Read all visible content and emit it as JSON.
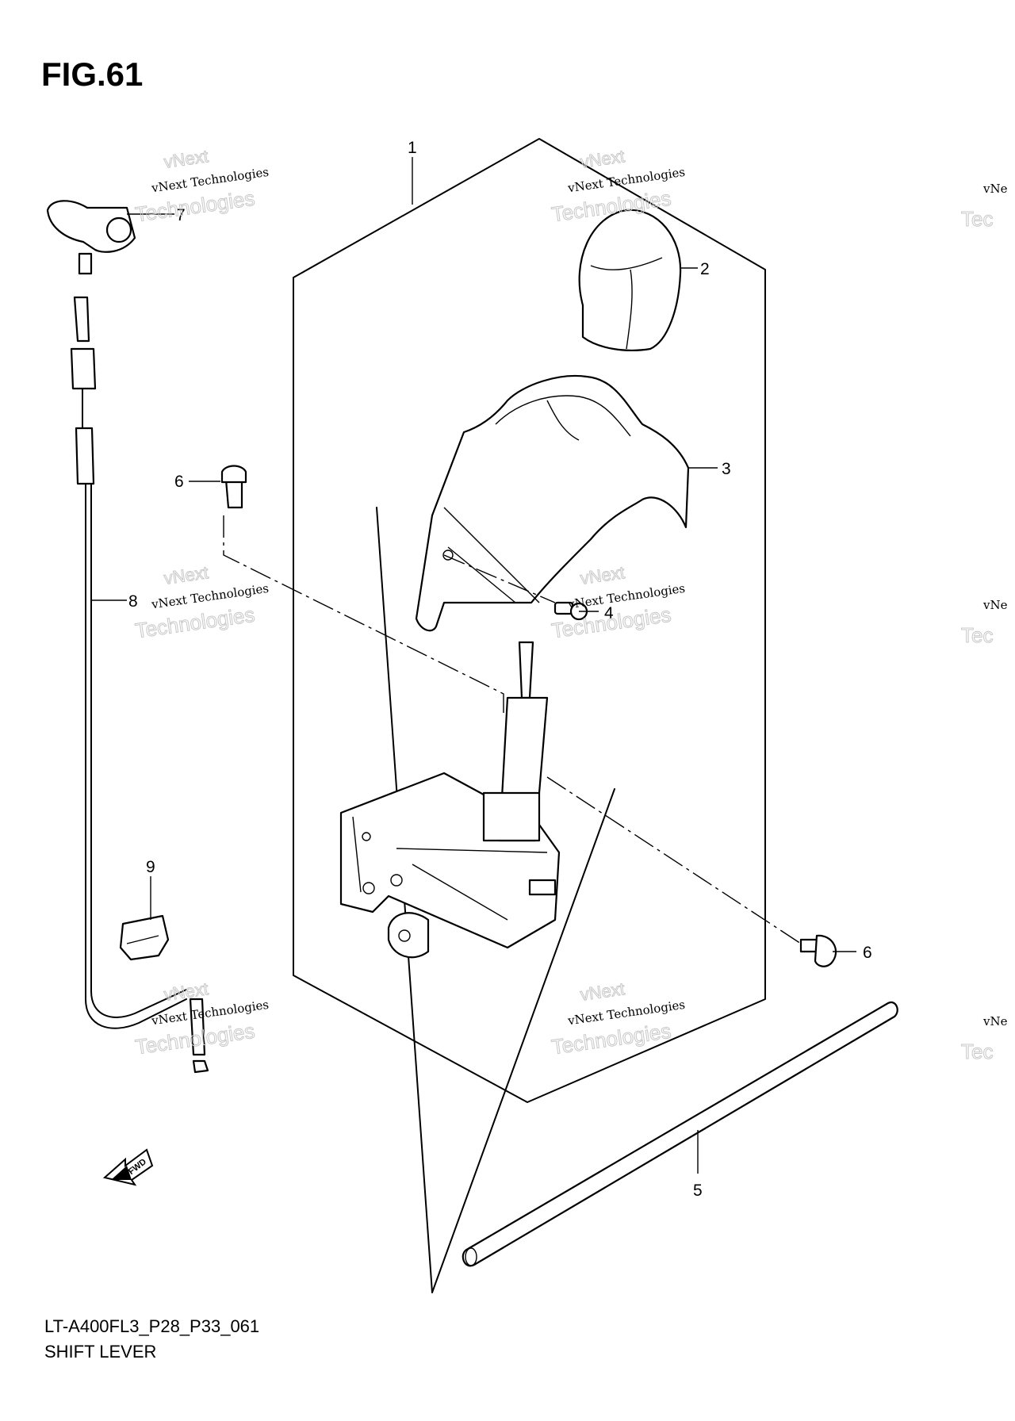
{
  "figure": {
    "title": "FIG.61",
    "model_code": "LT-A400FL3_P28_P33_061",
    "name": "SHIFT LEVER"
  },
  "callouts": [
    {
      "id": "1",
      "label": "1"
    },
    {
      "id": "2",
      "label": "2"
    },
    {
      "id": "3",
      "label": "3"
    },
    {
      "id": "4",
      "label": "4"
    },
    {
      "id": "5",
      "label": "5"
    },
    {
      "id": "6a",
      "label": "6"
    },
    {
      "id": "6b",
      "label": "6"
    },
    {
      "id": "7",
      "label": "7"
    },
    {
      "id": "8",
      "label": "8"
    },
    {
      "id": "9",
      "label": "9"
    }
  ],
  "fwd_arrow": {
    "label": "FWD",
    "icon": "fwd-arrow-icon"
  },
  "watermark": {
    "line1": "vNext",
    "line2": "vNext Technologies",
    "line3": "Technologies",
    "partial1": "vNe",
    "partial2": "Tec"
  },
  "colors": {
    "ink": "#000000",
    "watermark": "#c8c8c8",
    "background": "#ffffff"
  }
}
